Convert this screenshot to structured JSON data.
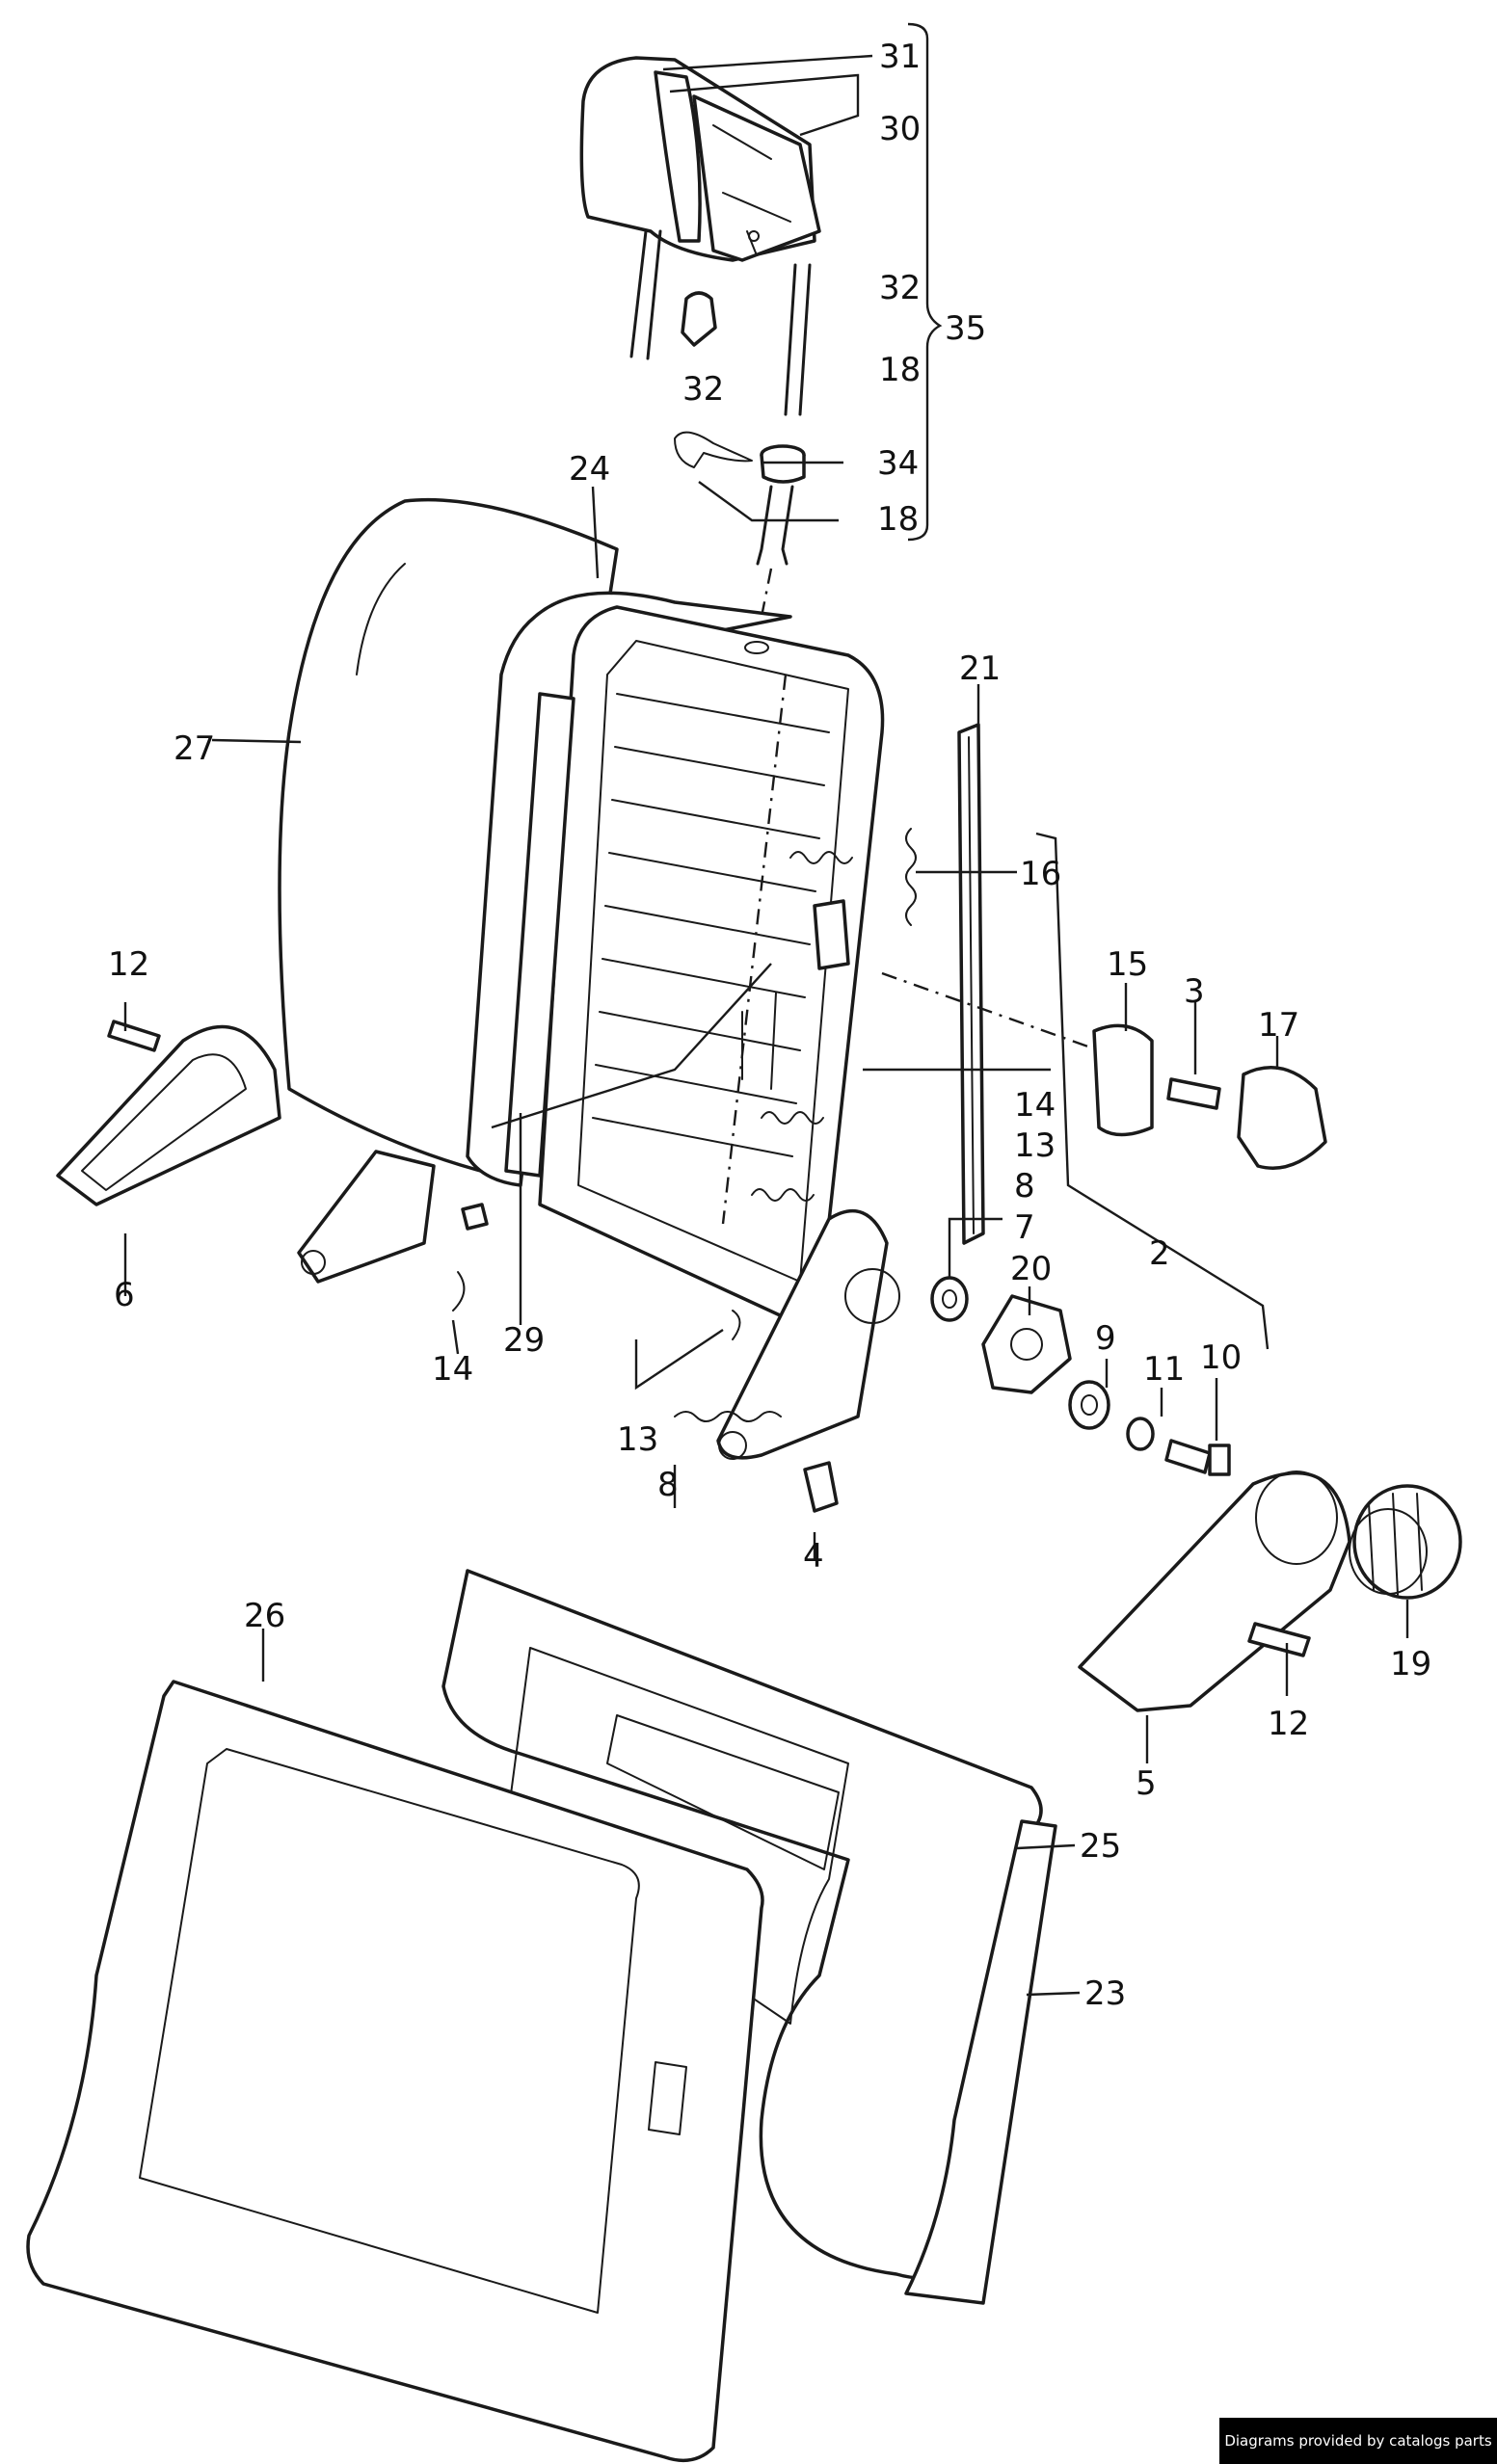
{
  "diagram": {
    "labels": [
      "31",
      "30",
      "32",
      "35",
      "18",
      "32",
      "34",
      "18",
      "24",
      "21",
      "27",
      "16",
      "12",
      "15",
      "3",
      "17",
      "14",
      "13",
      "8",
      "7",
      "20",
      "2",
      "9",
      "11",
      "10",
      "6",
      "14",
      "29",
      "13",
      "8",
      "4",
      "19",
      "12",
      "5",
      "26",
      "25",
      "23"
    ]
  },
  "footer": {
    "credit": "Diagrams provided by catalogs parts"
  },
  "colors": {
    "line": "#1a1a1a",
    "background": "#ffffff",
    "credit_bg": "#000000"
  }
}
